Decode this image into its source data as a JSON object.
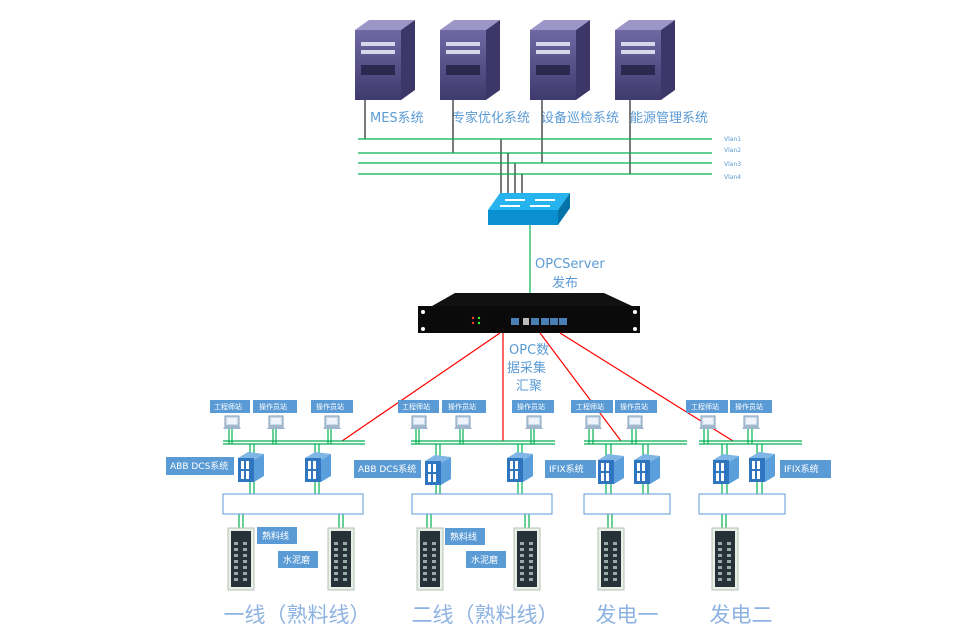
{
  "top_systems": [
    "MES系统",
    "专家优化系统",
    "设备巡检系统",
    "能源管理系统"
  ],
  "vlans": [
    "Vlan1",
    "Vlan2",
    "Vlan3",
    "Vlan4"
  ],
  "opc_server": {
    "line1": "OPCServer",
    "line2": "发布"
  },
  "opc_collect": {
    "line1": "OPC数",
    "line2": "据采集",
    "line3": "汇聚"
  },
  "station_labels": {
    "engineer": "工程师站",
    "operator": "操作员站"
  },
  "groups": [
    {
      "title": "一线（熟料线）",
      "system": "ABB DCS系统",
      "cab1": "熟料线",
      "cab2": "水泥磨"
    },
    {
      "title": "二线（熟料线）",
      "system": "ABB DCS系统",
      "cab1": "熟料线",
      "cab2": "水泥磨"
    },
    {
      "title": "发电一",
      "system": "IFIX系统"
    },
    {
      "title": "发电二",
      "system": "IFIX系统"
    }
  ],
  "colors": {
    "network_line": "#00b050",
    "collect_line": "#ff0000",
    "label_bg": "#5b9bd5",
    "text_blue": "#5b9bd5"
  }
}
